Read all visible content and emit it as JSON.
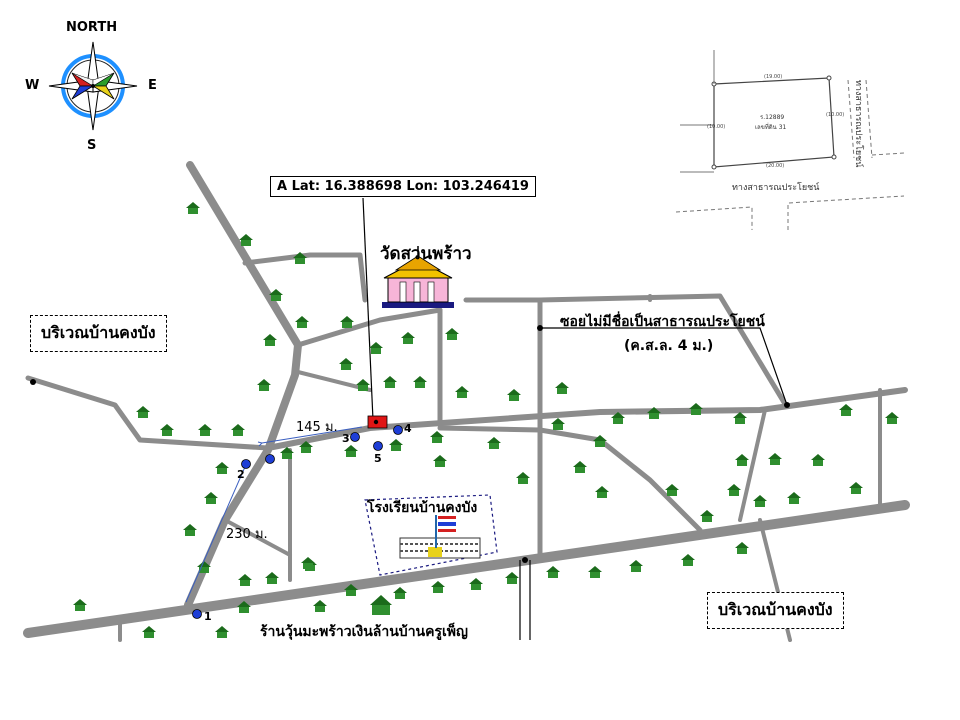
{
  "compass": {
    "north": "NORTH",
    "south": "S",
    "east": "E",
    "west": "W"
  },
  "coordinate_label": "A Lat: 16.388698 Lon: 103.246419",
  "temple": {
    "name": "วัดสวนพร้าว"
  },
  "school": {
    "name": "โรงเรียนบ้านคงบัง"
  },
  "area_labels": {
    "left": "บริเวณบ้านคงบัง",
    "bottom_right": "บริเวณบ้านคงบัง"
  },
  "road_label": {
    "line1": "ซอยไม่มีชื่อเป็นสาธารณประโยชน์",
    "line2": "(ค.ส.ล. 4 ม.)"
  },
  "shop_label": "ร้านวุ้นมะพร้าวเงินล้านบ้านครูเพ็ญ",
  "distances": {
    "d1": "145 ม.",
    "d2": "230 ม."
  },
  "points": [
    "1",
    "2",
    "3",
    "4",
    "5"
  ],
  "plot_inset": {
    "parcel_no": "ร.12889",
    "parcel_sub": "เลขที่ดิน 31",
    "road_right": "ทางสาธารณประโยชน์",
    "road_bottom": "ทางสาธารณประโยชน์",
    "dim_top": "(19.00)",
    "dim_bottom": "(20.00)",
    "dim_left": "(10.00)",
    "dim_right": "(10.00)"
  },
  "colors": {
    "road": "#8c8c8c",
    "house_roof": "#1b6b1b",
    "house_body": "#2f8f2f",
    "marker": "#1e3ed6",
    "site": "#e01515",
    "coord_line": "#3b5fc0"
  }
}
